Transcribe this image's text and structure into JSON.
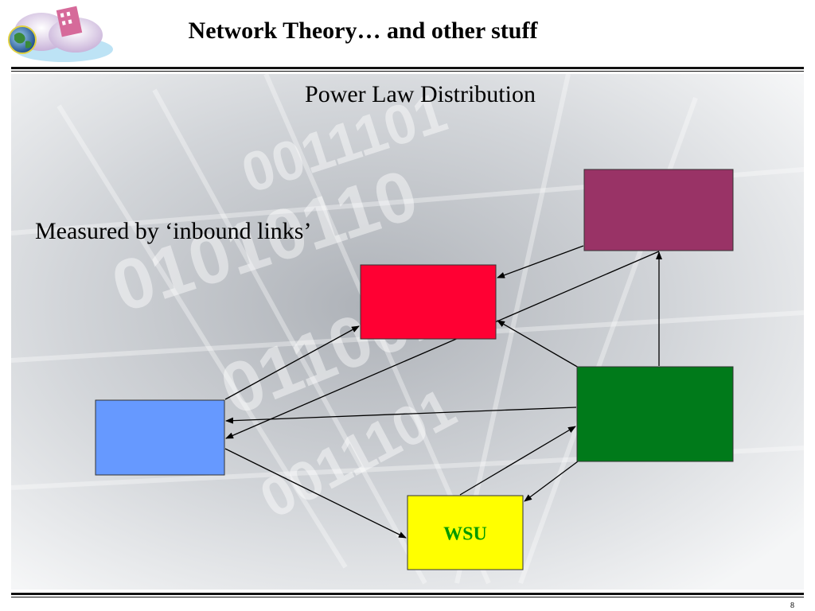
{
  "slide": {
    "title": "Network Theory… and other stuff",
    "subtitle": "Power Law Distribution",
    "body_text": "Measured by ‘inbound links’",
    "page_number": "8"
  },
  "diagram": {
    "nodes": [
      {
        "id": "maroon",
        "label": "",
        "color": "#993366"
      },
      {
        "id": "red",
        "label": "",
        "color": "#ff0033"
      },
      {
        "id": "blue",
        "label": "",
        "color": "#6699ff"
      },
      {
        "id": "green",
        "label": "",
        "color": "#007a1a"
      },
      {
        "id": "wsu",
        "label": "WSU",
        "color": "#ffff00",
        "label_color": "#009900"
      }
    ],
    "edges": [
      {
        "from": "maroon",
        "to": "red"
      },
      {
        "from": "maroon",
        "to": "blue"
      },
      {
        "from": "green",
        "to": "maroon"
      },
      {
        "from": "green",
        "to": "red"
      },
      {
        "from": "green",
        "to": "blue"
      },
      {
        "from": "green",
        "to": "wsu"
      },
      {
        "from": "blue",
        "to": "red"
      },
      {
        "from": "blue",
        "to": "wsu"
      },
      {
        "from": "wsu",
        "to": "green"
      }
    ]
  }
}
